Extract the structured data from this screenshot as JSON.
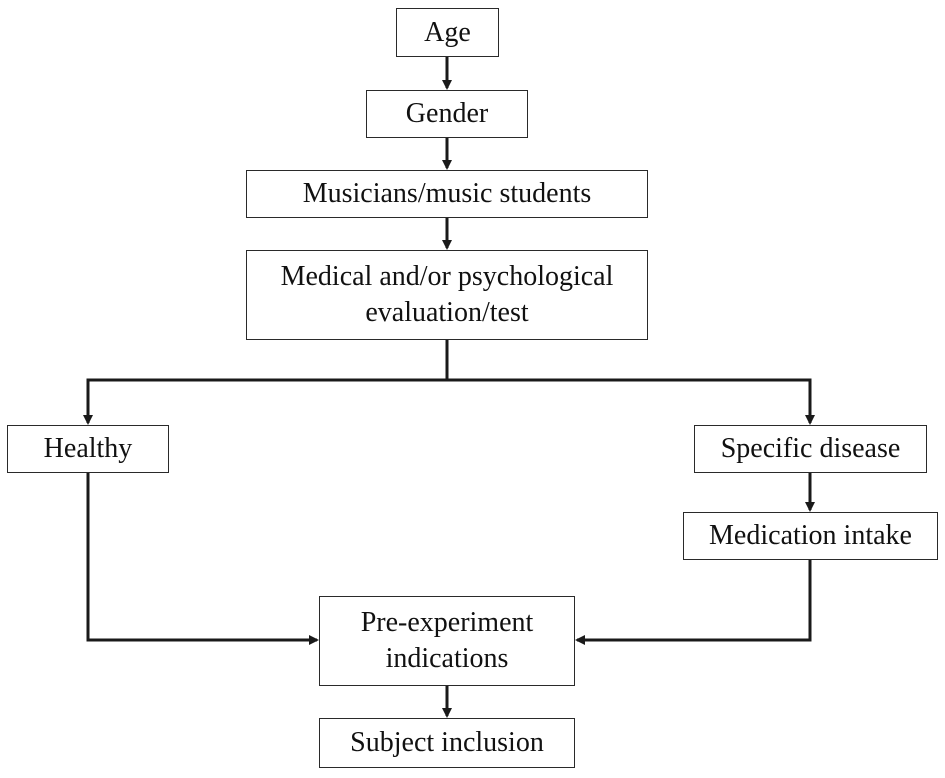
{
  "diagram": {
    "type": "flowchart",
    "nodes": {
      "age": "Age",
      "gender": "Gender",
      "musicians": "Musicians/music students",
      "medical": "Medical and/or psychological\nevaluation/test",
      "healthy": "Healthy",
      "specific_disease": "Specific disease",
      "medication": "Medication intake",
      "pre_experiment": "Pre-experiment\nindications",
      "subject_inclusion": "Subject inclusion"
    },
    "edges": [
      {
        "from": "age",
        "to": "gender"
      },
      {
        "from": "gender",
        "to": "musicians"
      },
      {
        "from": "musicians",
        "to": "medical"
      },
      {
        "from": "medical",
        "to": "healthy"
      },
      {
        "from": "medical",
        "to": "specific_disease"
      },
      {
        "from": "specific_disease",
        "to": "medication"
      },
      {
        "from": "healthy",
        "to": "pre_experiment"
      },
      {
        "from": "medication",
        "to": "pre_experiment"
      },
      {
        "from": "pre_experiment",
        "to": "subject_inclusion"
      }
    ],
    "colors": {
      "stroke": "#1a1a1a",
      "box_border": "#2a2a2a",
      "text": "#111111",
      "background": "#ffffff"
    }
  }
}
